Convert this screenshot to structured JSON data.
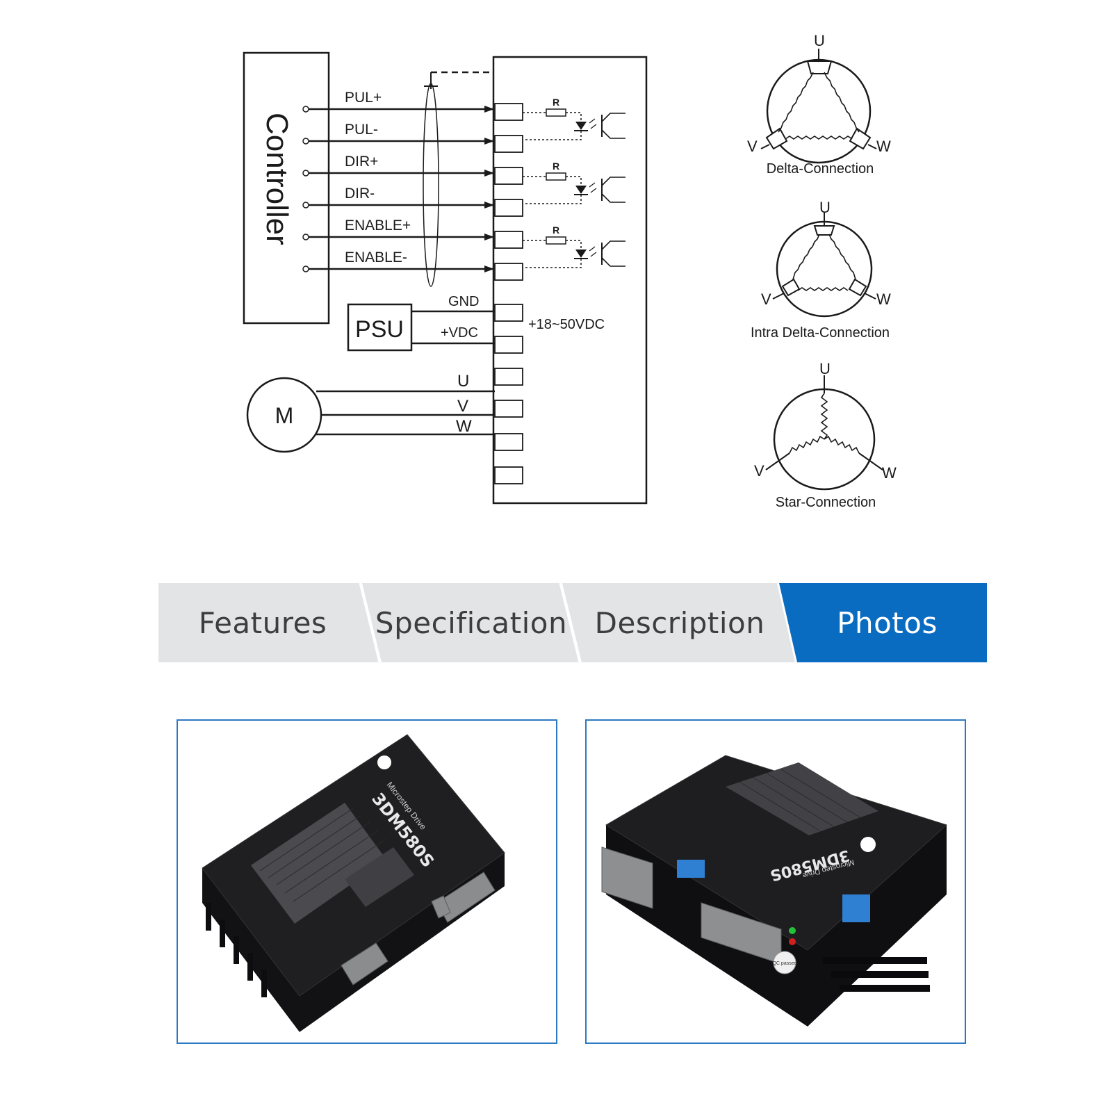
{
  "controller": {
    "title": "Controller"
  },
  "signals": [
    {
      "label": "PUL+"
    },
    {
      "label": "PUL-"
    },
    {
      "label": "DIR+"
    },
    {
      "label": "DIR-"
    },
    {
      "label": "ENABLE+"
    },
    {
      "label": "ENABLE-"
    }
  ],
  "resistor_label": "R",
  "psu": {
    "title": "PSU",
    "gnd_label": "GND",
    "vdc_label": "+VDC",
    "voltage_range": "+18~50VDC"
  },
  "motor": {
    "label": "M",
    "phases": [
      "U",
      "V",
      "W"
    ]
  },
  "connections": [
    {
      "name": "Delta-Connection",
      "u": "U",
      "v": "V",
      "w": "W"
    },
    {
      "name": "Intra Delta-Connection",
      "u": "U",
      "v": "V",
      "w": "W"
    },
    {
      "name": "Star-Connection",
      "u": "U",
      "v": "V",
      "w": "W"
    }
  ],
  "tabs": [
    {
      "label": "Features",
      "active": false
    },
    {
      "label": "Specification",
      "active": false
    },
    {
      "label": "Description",
      "active": false
    },
    {
      "label": "Photos",
      "active": true
    }
  ],
  "photos": [
    {
      "model_text": "3DM580S",
      "subtitle": "Microstep Drive"
    },
    {
      "model_text": "3DM580S",
      "subtitle": "Microstep Drive",
      "badge": "QC passed"
    }
  ],
  "colors": {
    "accent": "#0a6cc1",
    "tab_inactive": "#e3e4e5",
    "frame": "#2d78c2",
    "device": "#1b1b1d"
  }
}
